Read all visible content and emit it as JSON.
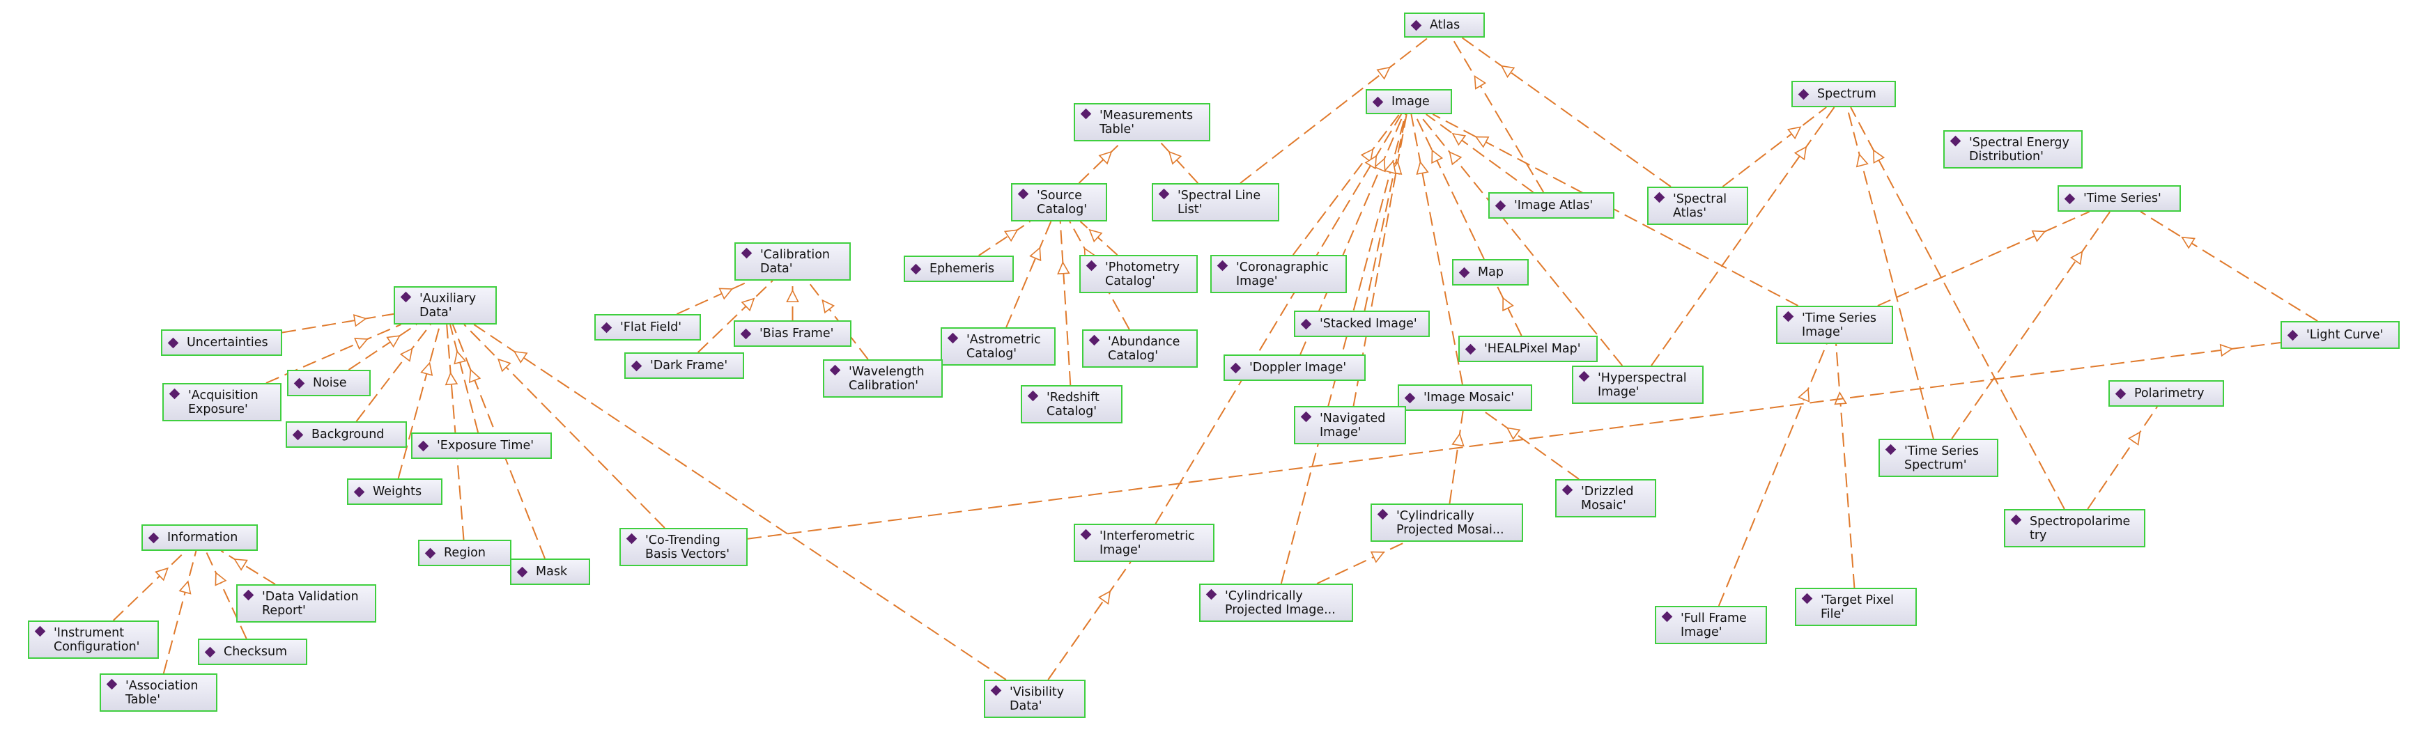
{
  "diagram": {
    "nodes": [
      {
        "id": "atlas",
        "label": "Atlas"
      },
      {
        "id": "image",
        "label": "Image"
      },
      {
        "id": "spectrum",
        "label": "Spectrum"
      },
      {
        "id": "measurements_table",
        "label": "'Measurements\nTable'"
      },
      {
        "id": "spectral_energy_distribution",
        "label": "'Spectral Energy\nDistribution'"
      },
      {
        "id": "source_catalog",
        "label": "'Source\nCatalog'"
      },
      {
        "id": "spectral_line_list",
        "label": "'Spectral Line\nList'"
      },
      {
        "id": "image_atlas",
        "label": "'Image Atlas'"
      },
      {
        "id": "spectral_atlas",
        "label": "'Spectral\nAtlas'"
      },
      {
        "id": "time_series",
        "label": "'Time Series'"
      },
      {
        "id": "calibration_data",
        "label": "'Calibration\nData'"
      },
      {
        "id": "ephemeris",
        "label": "Ephemeris"
      },
      {
        "id": "photometry_catalog",
        "label": "'Photometry\nCatalog'"
      },
      {
        "id": "coronagraphic_image",
        "label": "'Coronagraphic\nImage'"
      },
      {
        "id": "map",
        "label": "Map"
      },
      {
        "id": "auxiliary_data",
        "label": "'Auxiliary\nData'"
      },
      {
        "id": "flat_field",
        "label": "'Flat Field'"
      },
      {
        "id": "bias_frame",
        "label": "'Bias Frame'"
      },
      {
        "id": "stacked_image",
        "label": "'Stacked Image'"
      },
      {
        "id": "time_series_image",
        "label": "'Time Series\nImage'"
      },
      {
        "id": "light_curve",
        "label": "'Light Curve'"
      },
      {
        "id": "uncertainties",
        "label": "Uncertainties"
      },
      {
        "id": "astrometric_catalog",
        "label": "'Astrometric\nCatalog'"
      },
      {
        "id": "abundance_catalog",
        "label": "'Abundance\nCatalog'"
      },
      {
        "id": "healpixel_map",
        "label": "'HEALPixel Map'"
      },
      {
        "id": "dark_frame",
        "label": "'Dark Frame'"
      },
      {
        "id": "doppler_image",
        "label": "'Doppler Image'"
      },
      {
        "id": "wavelength_calibration",
        "label": "'Wavelength\nCalibration'"
      },
      {
        "id": "hyperspectral_image",
        "label": "'Hyperspectral\nImage'"
      },
      {
        "id": "noise",
        "label": "Noise"
      },
      {
        "id": "acquisition_exposure",
        "label": "'Acquisition\nExposure'"
      },
      {
        "id": "image_mosaic",
        "label": "'Image Mosaic'"
      },
      {
        "id": "polarimetry",
        "label": "Polarimetry"
      },
      {
        "id": "redshift_catalog",
        "label": "'Redshift\nCatalog'"
      },
      {
        "id": "navigated_image",
        "label": "'Navigated\nImage'"
      },
      {
        "id": "background",
        "label": "Background"
      },
      {
        "id": "exposure_time",
        "label": "'Exposure Time'"
      },
      {
        "id": "time_series_spectrum",
        "label": "'Time Series\nSpectrum'"
      },
      {
        "id": "weights",
        "label": "Weights"
      },
      {
        "id": "drizzled_mosaic",
        "label": "'Drizzled\nMosaic'"
      },
      {
        "id": "cylindrically_projected_mosaic",
        "label": "'Cylindrically\nProjected Mosai..."
      },
      {
        "id": "spectropolarimetry",
        "label": "Spectropolarime\ntry"
      },
      {
        "id": "information",
        "label": "Information"
      },
      {
        "id": "co_trending_basis_vectors",
        "label": "'Co-Trending\nBasis Vectors'"
      },
      {
        "id": "interferometric_image",
        "label": "'Interferometric\nImage'"
      },
      {
        "id": "region",
        "label": "Region"
      },
      {
        "id": "mask",
        "label": "Mask"
      },
      {
        "id": "data_validation_report",
        "label": "'Data Validation\nReport'"
      },
      {
        "id": "cylindrically_projected_image",
        "label": "'Cylindrically\nProjected Image..."
      },
      {
        "id": "target_pixel_file",
        "label": "'Target Pixel\nFile'"
      },
      {
        "id": "full_frame_image",
        "label": "'Full Frame\nImage'"
      },
      {
        "id": "instrument_configuration",
        "label": "'Instrument\nConfiguration'"
      },
      {
        "id": "checksum",
        "label": "Checksum"
      },
      {
        "id": "association_table",
        "label": "'Association\nTable'"
      },
      {
        "id": "visibility_data",
        "label": "'Visibility\nData'"
      }
    ],
    "edges": [
      {
        "from": "measurements_table",
        "to": "source_catalog"
      },
      {
        "from": "measurements_table",
        "to": "spectral_line_list"
      },
      {
        "from": "source_catalog",
        "to": "ephemeris"
      },
      {
        "from": "source_catalog",
        "to": "photometry_catalog"
      },
      {
        "from": "source_catalog",
        "to": "astrometric_catalog"
      },
      {
        "from": "source_catalog",
        "to": "abundance_catalog"
      },
      {
        "from": "source_catalog",
        "to": "redshift_catalog"
      },
      {
        "from": "calibration_data",
        "to": "flat_field"
      },
      {
        "from": "calibration_data",
        "to": "bias_frame"
      },
      {
        "from": "calibration_data",
        "to": "dark_frame"
      },
      {
        "from": "calibration_data",
        "to": "wavelength_calibration"
      },
      {
        "from": "auxiliary_data",
        "to": "uncertainties"
      },
      {
        "from": "auxiliary_data",
        "to": "acquisition_exposure"
      },
      {
        "from": "auxiliary_data",
        "to": "noise"
      },
      {
        "from": "auxiliary_data",
        "to": "background"
      },
      {
        "from": "auxiliary_data",
        "to": "weights"
      },
      {
        "from": "auxiliary_data",
        "to": "exposure_time"
      },
      {
        "from": "auxiliary_data",
        "to": "region"
      },
      {
        "from": "auxiliary_data",
        "to": "mask"
      },
      {
        "from": "auxiliary_data",
        "to": "co_trending_basis_vectors"
      },
      {
        "from": "auxiliary_data",
        "to": "visibility_data"
      },
      {
        "from": "information",
        "to": "instrument_configuration"
      },
      {
        "from": "information",
        "to": "association_table"
      },
      {
        "from": "information",
        "to": "checksum"
      },
      {
        "from": "information",
        "to": "data_validation_report"
      },
      {
        "from": "atlas",
        "to": "spectral_line_list"
      },
      {
        "from": "atlas",
        "to": "image_atlas"
      },
      {
        "from": "atlas",
        "to": "spectral_atlas"
      },
      {
        "from": "image",
        "to": "image_atlas"
      },
      {
        "from": "image",
        "to": "coronagraphic_image"
      },
      {
        "from": "image",
        "to": "map"
      },
      {
        "from": "image",
        "to": "stacked_image"
      },
      {
        "from": "image",
        "to": "doppler_image"
      },
      {
        "from": "image",
        "to": "hyperspectral_image"
      },
      {
        "from": "image",
        "to": "navigated_image"
      },
      {
        "from": "image",
        "to": "image_mosaic"
      },
      {
        "from": "image",
        "to": "cylindrically_projected_image"
      },
      {
        "from": "image",
        "to": "interferometric_image"
      },
      {
        "from": "image",
        "to": "time_series_image"
      },
      {
        "from": "map",
        "to": "healpixel_map"
      },
      {
        "from": "image_mosaic",
        "to": "drizzled_mosaic"
      },
      {
        "from": "image_mosaic",
        "to": "cylindrically_projected_mosaic"
      },
      {
        "from": "cylindrically_projected_mosaic",
        "to": "cylindrically_projected_image"
      },
      {
        "from": "interferometric_image",
        "to": "visibility_data"
      },
      {
        "from": "spectrum",
        "to": "spectral_atlas"
      },
      {
        "from": "spectrum",
        "to": "hyperspectral_image"
      },
      {
        "from": "spectrum",
        "to": "time_series_spectrum"
      },
      {
        "from": "spectrum",
        "to": "spectropolarimetry"
      },
      {
        "from": "polarimetry",
        "to": "spectropolarimetry"
      },
      {
        "from": "time_series",
        "to": "time_series_image"
      },
      {
        "from": "time_series",
        "to": "time_series_spectrum"
      },
      {
        "from": "time_series",
        "to": "light_curve"
      },
      {
        "from": "time_series_image",
        "to": "full_frame_image"
      },
      {
        "from": "time_series_image",
        "to": "target_pixel_file"
      },
      {
        "from": "light_curve",
        "to": "co_trending_basis_vectors"
      }
    ]
  }
}
